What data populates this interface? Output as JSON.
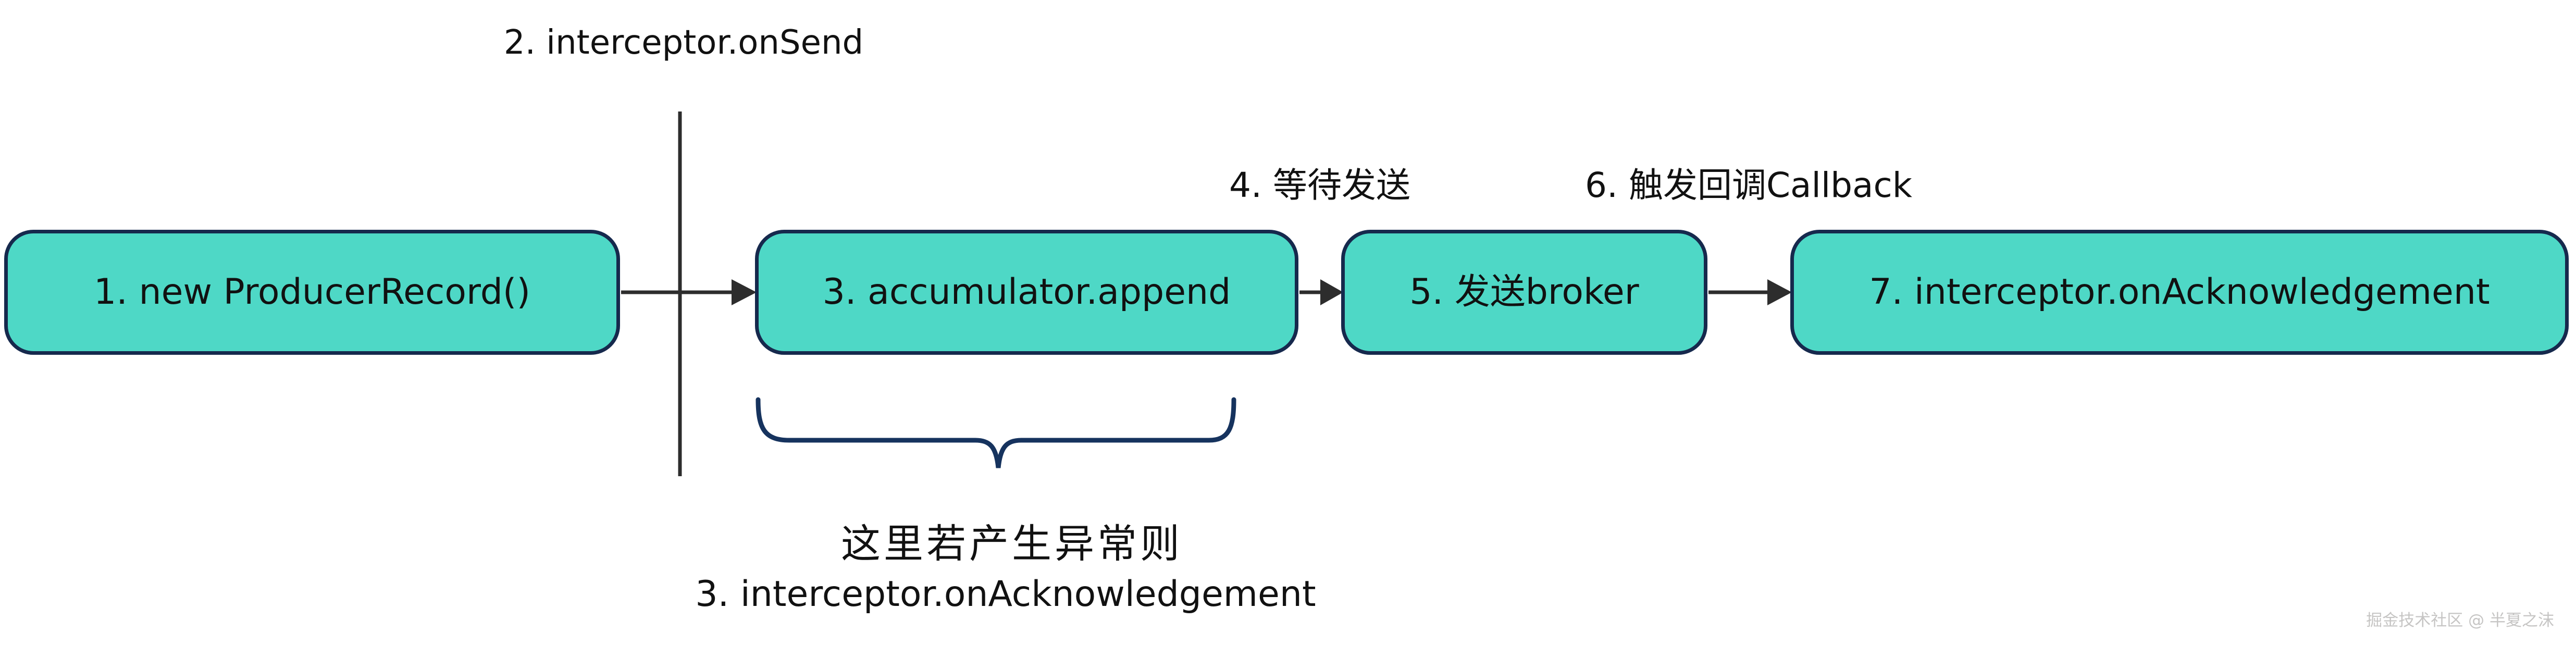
{
  "diagram": {
    "title_annotation": "2. interceptor.onSend",
    "boxes": [
      {
        "id": "step-1",
        "label": "1. new ProducerRecord()"
      },
      {
        "id": "step-3",
        "label": "3. accumulator.append"
      },
      {
        "id": "step-5",
        "label": "5. 发送broker"
      },
      {
        "id": "step-7",
        "label": "7. interceptor.onAcknowledgement"
      }
    ],
    "arrow_labels": [
      {
        "id": "step-4",
        "label": "4. 等待发送"
      },
      {
        "id": "step-6",
        "label": "6. 触发回调Callback"
      }
    ],
    "exception_note": {
      "line1": "这里若产生异常则",
      "line2": "3. interceptor.onAcknowledgement"
    },
    "watermark": "掘金技术社区 @ 半夏之沫",
    "colors": {
      "box_fill": "#4ed8c6",
      "box_border": "#16294d",
      "arrow": "#2d2d2d",
      "brace": "#16335e",
      "watermark": "#c6c5c4"
    }
  }
}
